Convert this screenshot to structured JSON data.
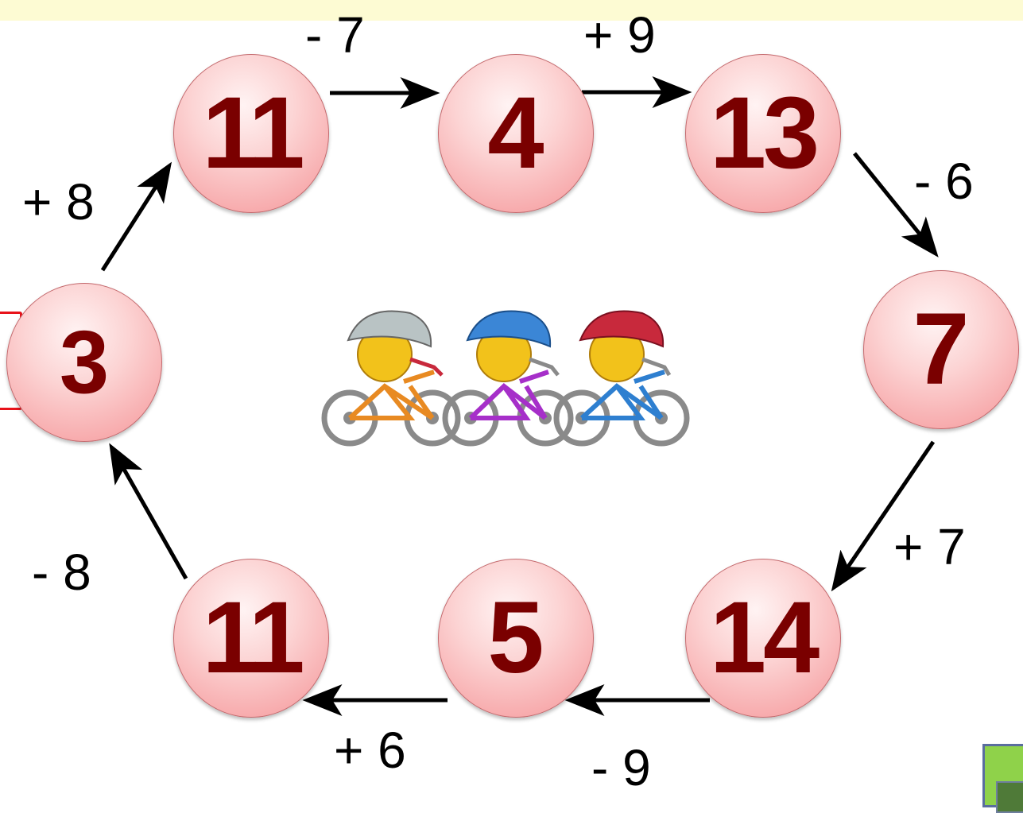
{
  "nodes": [
    {
      "id": "n1",
      "value": "11"
    },
    {
      "id": "n2",
      "value": "4"
    },
    {
      "id": "n3",
      "value": "13"
    },
    {
      "id": "n4",
      "value": "7"
    },
    {
      "id": "n5",
      "value": "14"
    },
    {
      "id": "n6",
      "value": "5"
    },
    {
      "id": "n7",
      "value": "11"
    },
    {
      "id": "n8",
      "value": "3"
    }
  ],
  "operations": [
    {
      "from": "n1",
      "to": "n2",
      "label": "- 7"
    },
    {
      "from": "n2",
      "to": "n3",
      "label": "+ 9"
    },
    {
      "from": "n3",
      "to": "n4",
      "label": "- 6"
    },
    {
      "from": "n4",
      "to": "n5",
      "label": "+ 7"
    },
    {
      "from": "n5",
      "to": "n6",
      "label": "- 9"
    },
    {
      "from": "n6",
      "to": "n7",
      "label": "+ 6"
    },
    {
      "from": "n7",
      "to": "n8",
      "label": "- 8"
    },
    {
      "from": "n8",
      "to": "n1",
      "label": "+ 8"
    }
  ],
  "colors": {
    "node_text": "#7a0000",
    "node_fill": "#f7a9ab",
    "arrow": "#000000",
    "top_band": "#fdfbd3"
  },
  "illustration": {
    "name": "three-cyclists",
    "helmets": [
      "#b9c3c4",
      "#3b86d6",
      "#c8293c"
    ],
    "bikes": [
      "#e88a22",
      "#a62fc9",
      "#2e7fd0"
    ]
  }
}
